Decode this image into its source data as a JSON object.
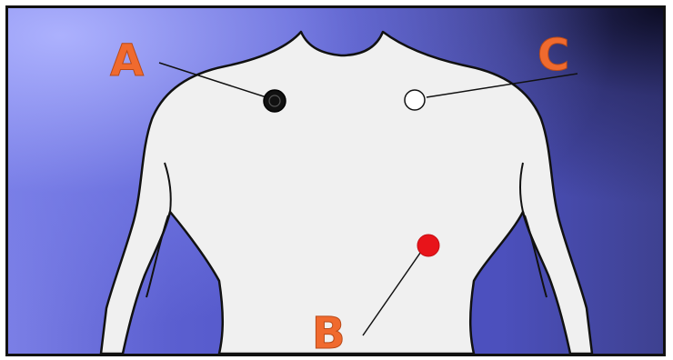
{
  "labels": {
    "a": "A",
    "b": "B",
    "c": "C"
  },
  "colors": {
    "label": "#f06a2e",
    "body_fill": "#f0f0f0",
    "outline": "#111111",
    "electrode_a": "#111111",
    "electrode_b": "#e8141a",
    "electrode_c": "#ffffff"
  }
}
